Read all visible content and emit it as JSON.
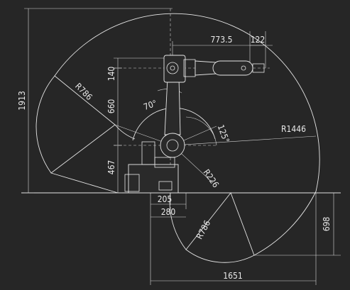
{
  "dimensions": {
    "overall_height": "1913",
    "arm_reach": "773.5",
    "flange": "122",
    "upper_offset": "140",
    "upper_arm": "660",
    "lower_height": "467",
    "base_offset": "205",
    "base_width": "280",
    "total_width": "1651",
    "below_floor": "698"
  },
  "radii": {
    "outer_reach": "R1446",
    "rear_reach": "R786",
    "lower_reach": "R786",
    "inner_reach": "R226"
  },
  "angles": {
    "j3_angle": "70°",
    "j2_angle": "125°"
  }
}
